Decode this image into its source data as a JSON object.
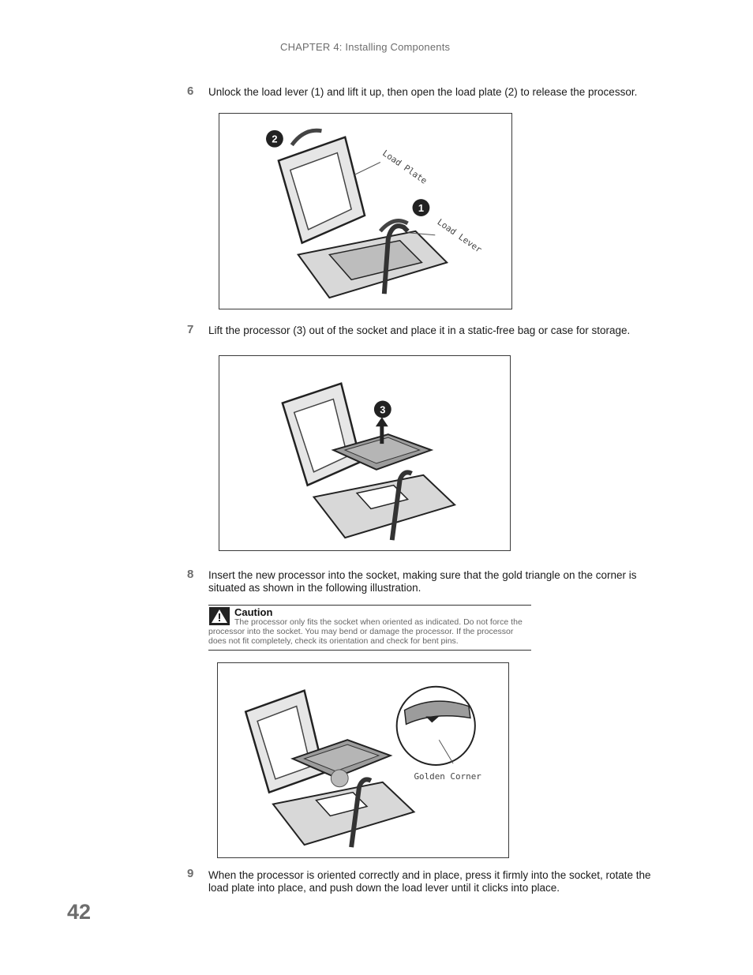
{
  "header": {
    "chapter": "CHAPTER 4: Installing Components"
  },
  "steps": [
    {
      "number": "6",
      "text": "Unlock the load lever (1) and lift it up, then open the load plate (2) to release the processor."
    },
    {
      "number": "7",
      "text": "Lift the processor (3) out of the socket and place it in a static-free bag or case for storage."
    },
    {
      "number": "8",
      "text": "Insert the new processor into the socket, making sure that the gold triangle on the corner is situated as shown in the following illustration."
    },
    {
      "number": "9",
      "text": "When the processor is oriented correctly and in place, press it firmly into the socket, rotate the load plate into place, and push down the load lever until it clicks into place."
    }
  ],
  "caution": {
    "title": "Caution",
    "body": "The processor only fits the socket when oriented as indicated. Do not force the processor into the socket. You may bend or damage the processor. If the processor does not fit completely, check its orientation and check for bent pins."
  },
  "figures": {
    "fig1": {
      "callout_1": "1",
      "callout_2": "2",
      "label_plate": "Load Plate",
      "label_lever": "Load Lever"
    },
    "fig2": {
      "callout_3": "3"
    },
    "fig3": {
      "label_corner": "Golden Corner"
    }
  },
  "page_number": "42"
}
